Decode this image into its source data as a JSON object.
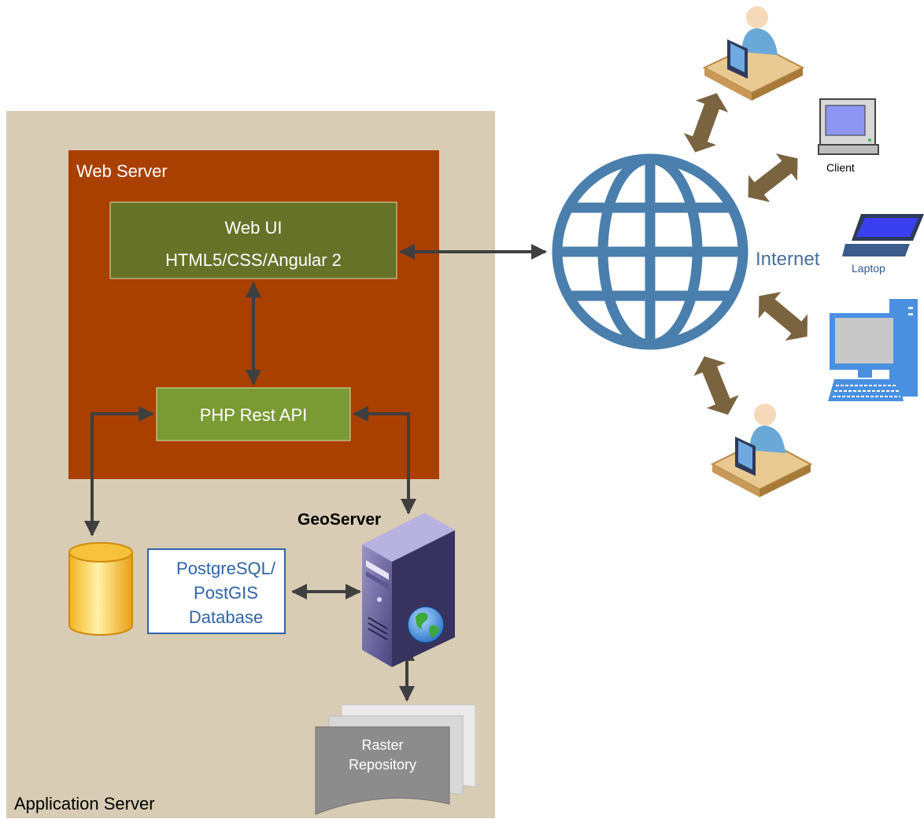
{
  "app_server": {
    "label": "Application Server"
  },
  "web_server": {
    "label": "Web Server"
  },
  "web_ui": {
    "title": "Web UI",
    "subtitle": "HTML5/CSS/Angular 2"
  },
  "rest_api": {
    "label": "PHP Rest API"
  },
  "database": {
    "lines": [
      "PostgreSQL/",
      "PostGIS",
      "Database"
    ]
  },
  "geoserver": {
    "label": "GeoServer"
  },
  "raster": {
    "lines": [
      "Raster",
      "Repository"
    ]
  },
  "internet": {
    "label": "Internet"
  },
  "clients": {
    "client_label": "Client",
    "laptop_label": "Laptop"
  },
  "colors": {
    "app_server_bg": "#d8ccb4",
    "web_server_bg": "#a94000",
    "web_ui_bg": "#667228",
    "rest_api_bg": "#7a9a34",
    "arrow": "#3f3f3f",
    "globe": "#4a7fad",
    "link_arrow": "#7a6440",
    "db_blue": "#2e64a8"
  }
}
